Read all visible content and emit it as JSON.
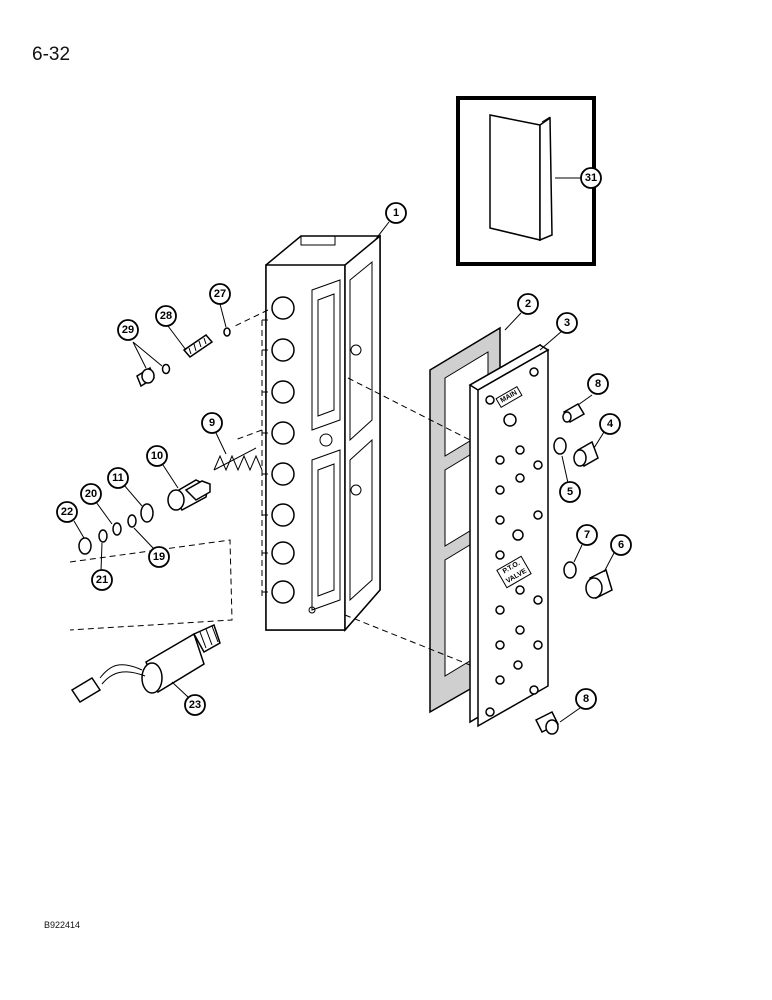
{
  "page_number": "6-32",
  "figure_code": "B922414",
  "callouts": [
    {
      "id": "callout-1",
      "label": "1"
    },
    {
      "id": "callout-2",
      "label": "2"
    },
    {
      "id": "callout-3",
      "label": "3"
    },
    {
      "id": "callout-4",
      "label": "4"
    },
    {
      "id": "callout-5",
      "label": "5"
    },
    {
      "id": "callout-6",
      "label": "6"
    },
    {
      "id": "callout-7",
      "label": "7"
    },
    {
      "id": "callout-8-upper",
      "label": "8"
    },
    {
      "id": "callout-8-lower",
      "label": "8"
    },
    {
      "id": "callout-9",
      "label": "9"
    },
    {
      "id": "callout-10",
      "label": "10"
    },
    {
      "id": "callout-11",
      "label": "11"
    },
    {
      "id": "callout-19",
      "label": "19"
    },
    {
      "id": "callout-20",
      "label": "20"
    },
    {
      "id": "callout-21",
      "label": "21"
    },
    {
      "id": "callout-22",
      "label": "22"
    },
    {
      "id": "callout-23",
      "label": "23"
    },
    {
      "id": "callout-27",
      "label": "27"
    },
    {
      "id": "callout-28",
      "label": "28"
    },
    {
      "id": "callout-29",
      "label": "29"
    },
    {
      "id": "callout-31",
      "label": "31"
    }
  ],
  "plate_stamps": {
    "main": "MAIN",
    "ptovalve_1": "P.T.O.",
    "ptovalve_2": "VALVE"
  }
}
